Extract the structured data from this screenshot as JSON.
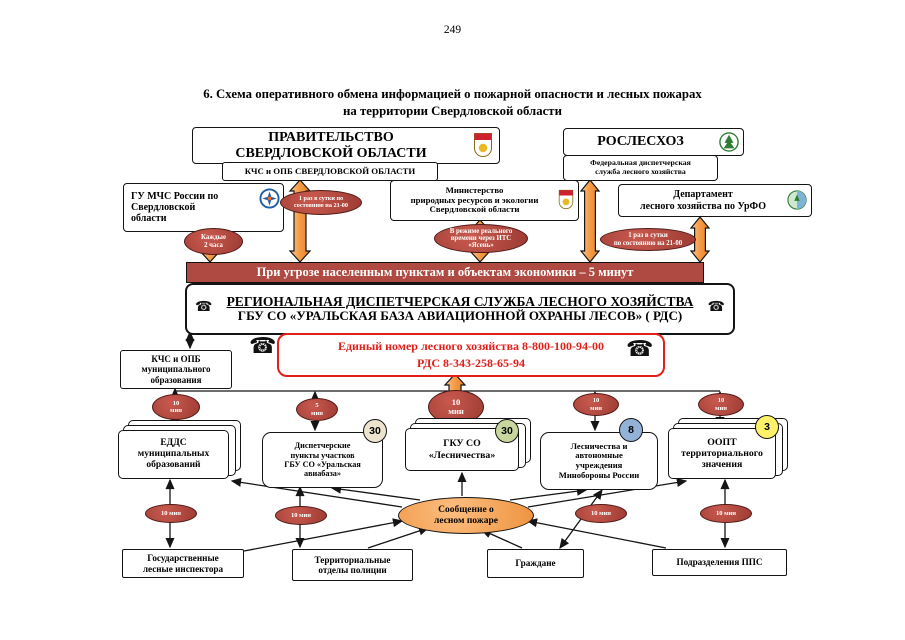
{
  "page": {
    "number": "249",
    "title": "6. Схема оперативного обмена информацией о пожарной опасности и лесных пожарах\nна территории Свердловской области"
  },
  "top_row": {
    "government": "ПРАВИТЕЛЬСТВО\nСВЕРДЛОВСКОЙ ОБЛАСТИ",
    "kchs_region": "КЧС и ОПБ СВЕРДЛОВСКОЙ ОБЛАСТИ",
    "rosleshoz": "РОСЛЕСХОЗ",
    "fed_dispatch": "Федеральная диспетчерская\nслужба лесного хозяйства"
  },
  "agencies": {
    "mchs": "ГУ МЧС России по\nСвердловской\nобласти",
    "ministry": "Министерство\nприродных ресурсов и экологии\nСвердловской области",
    "department": "Департамент\nлесного хозяйства по УрФО"
  },
  "timing_labels": {
    "daily_21_left": "1 раз в сутки по\nсостоянию на 21-00",
    "every_2h": "Каждые\n2 часа",
    "realtime": "В режиме реального\nвремени через ИТС\n«Ясень»",
    "daily_21_right": "1 раз в сутки\nпо состоянию на 21-00"
  },
  "banner": "При угрозе населенным пунктам и объектам экономики – 5 минут",
  "rds": {
    "line1": "РЕГИОНАЛЬНАЯ ДИСПЕТЧЕРСКАЯ СЛУЖБА ЛЕСНОГО ХОЗЯЙСТВА",
    "line2": "ГБУ СО «УРАЛЬСКАЯ БАЗА АВИАЦИОННОЙ ОХРАНЫ ЛЕСОВ» ( РДС)"
  },
  "hotline": {
    "line1": "Единый номер лесного хозяйства 8-800-100-94-00",
    "line2": "РДС 8-343-258-65-94"
  },
  "municipal": {
    "kchs": "КЧС и ОПБ\nмуниципального\nобразования"
  },
  "intervals": {
    "r1": "10\nмин",
    "r2": "5\nмин",
    "center": "10\nмин",
    "r3": "10\nмин",
    "r4": "10\nмин",
    "b1": "10 мин",
    "b2": "10 мин",
    "b3": "10 мин",
    "b4": "10 мин"
  },
  "tier2": {
    "edds": "ЕДДС\nмуниципальных\nобразований",
    "dispatch_points": "Диспетчерские\nпункты  участков\nГБУ СО «Уральская\nавиабаза»",
    "dispatch_points_count": "30",
    "gku": "ГКУ СО\n«Лесничества»",
    "gku_count": "30",
    "minoborony": "Лесничества и\nавтономные\nучреждения\nМинобороны России",
    "minoborony_count": "8",
    "oopt": "ООПТ\nтерриториального\nзначения",
    "oopt_count": "3"
  },
  "message": "Сообщение о\nлесном пожаре",
  "sources": {
    "inspectors": "Государственные\nлесные инспектора",
    "police": "Территориальные\nотделы полиции",
    "citizens": "Граждане",
    "pps": "Подразделения ППС"
  },
  "icons": {
    "phone": "☎"
  },
  "colors": {
    "ellipse_red": "#a8423a",
    "arrow_orange": "#f59d49",
    "hotline_red": "#e0201a",
    "banner_red": "#ae4a42",
    "badge_beige": "#ece4cf",
    "badge_green": "#c9d79f",
    "badge_blue": "#94b2d8",
    "badge_yellow": "#fff26b"
  }
}
